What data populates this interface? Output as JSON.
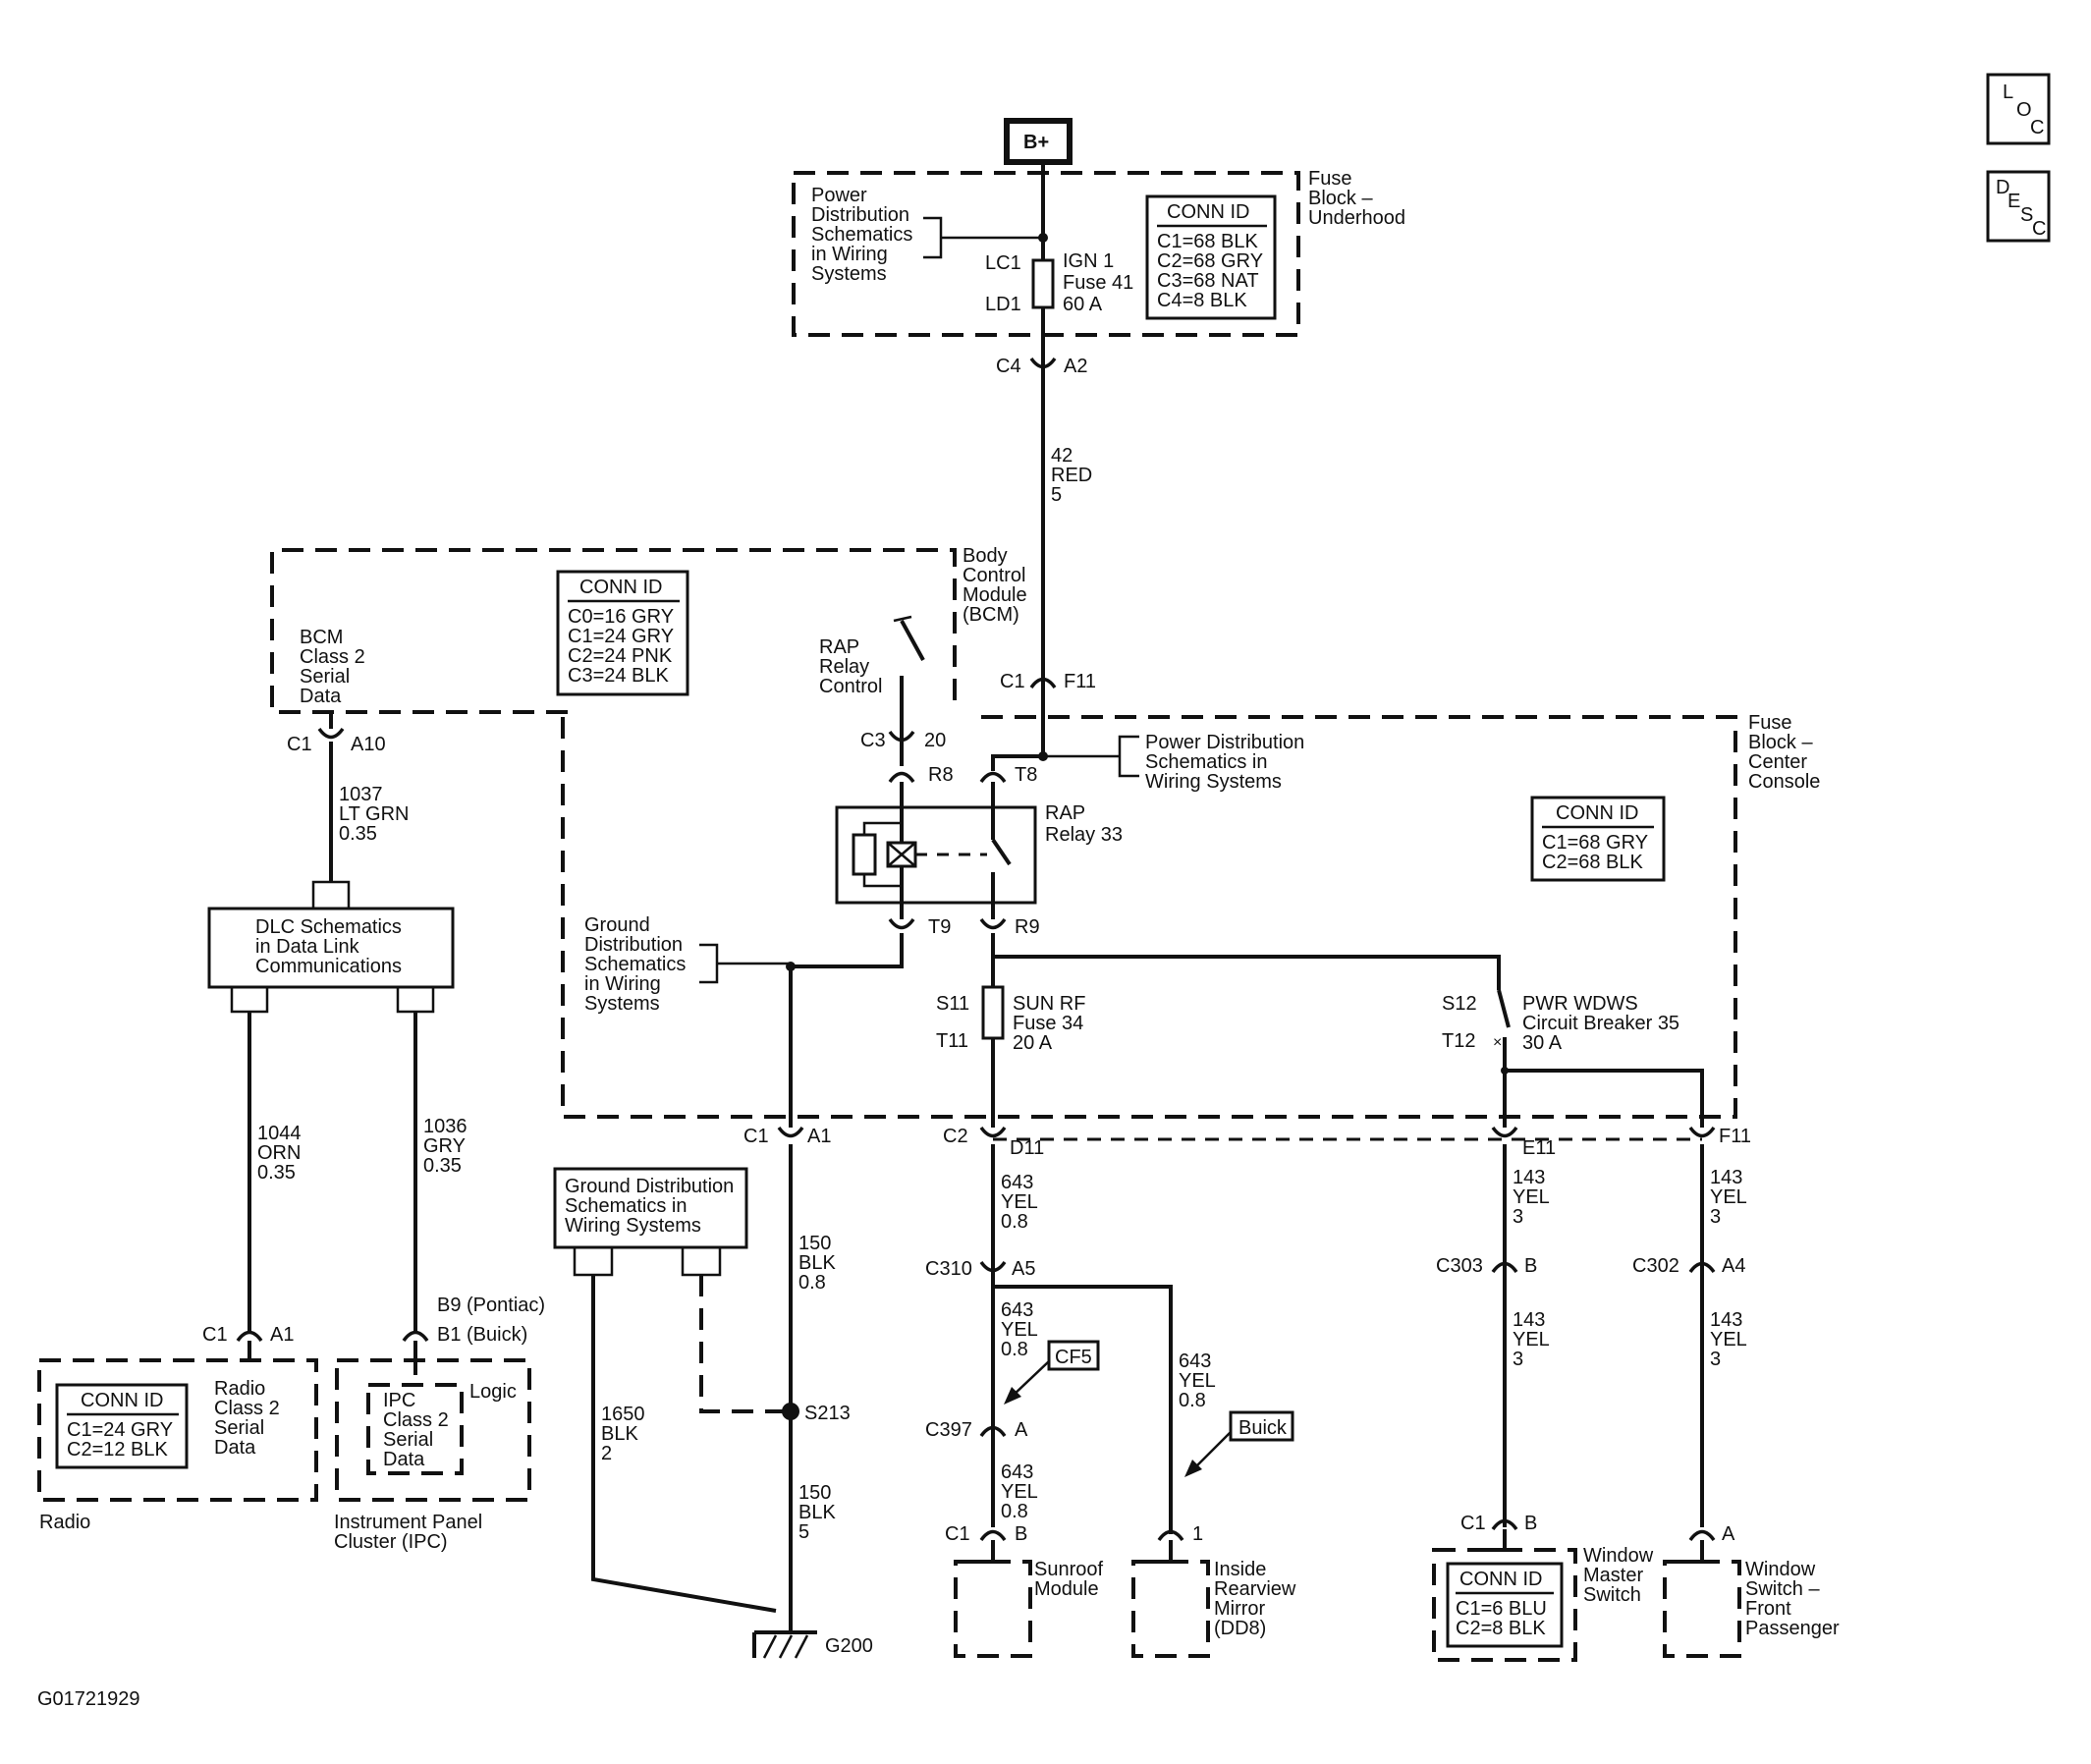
{
  "diagram_id": "G01721929",
  "side_buttons": {
    "loc": [
      "L",
      "O",
      "C"
    ],
    "desc": [
      "D",
      "E",
      "S",
      "C"
    ]
  },
  "battery": "B+",
  "fuse_block_underhood": {
    "name": [
      "Fuse",
      "Block –",
      "Underhood"
    ],
    "ref": [
      "Power",
      "Distribution",
      "Schematics",
      "in Wiring",
      "Systems"
    ],
    "conn_title": "CONN ID",
    "conn": [
      "C1=68 BLK",
      "C2=68 GRY",
      "C3=68 NAT",
      "C4=8 BLK"
    ],
    "fuse_pins": [
      "LC1",
      "LD1"
    ],
    "fuse": [
      "IGN 1",
      "Fuse 41",
      "60 A"
    ],
    "out_conn": [
      "C4",
      "A2"
    ]
  },
  "wire_red": [
    "42",
    "RED",
    "5"
  ],
  "bcm": {
    "name": [
      "Body",
      "Control",
      "Module",
      "(BCM)"
    ],
    "conn_title": "CONN ID",
    "conn": [
      "C0=16 GRY",
      "C1=24 GRY",
      "C2=24 PNK",
      "C3=24 BLK"
    ],
    "serial": [
      "BCM",
      "Class 2",
      "Serial",
      "Data"
    ],
    "serial_conn": [
      "C1",
      "A10"
    ],
    "rap_control": [
      "RAP",
      "Relay",
      "Control"
    ],
    "rap_conn": [
      "C3",
      "20"
    ],
    "feed_conn": [
      "C1",
      "F11"
    ]
  },
  "fuse_block_center": {
    "name": [
      "Fuse",
      "Block –",
      "Center",
      "Console"
    ],
    "ref": [
      "Power Distribution",
      "Schematics in",
      "Wiring Systems"
    ],
    "conn_title": "CONN ID",
    "conn": [
      "C1=68 GRY",
      "C2=68 BLK"
    ],
    "relay_pins": [
      "R8",
      "T8",
      "T9",
      "R9"
    ],
    "relay": [
      "RAP",
      "Relay 33"
    ],
    "ground_ref": [
      "Ground",
      "Distribution",
      "Schematics",
      "in Wiring",
      "Systems"
    ],
    "fuse_pins": [
      "S11",
      "T11"
    ],
    "fuse": [
      "SUN RF",
      "Fuse 34",
      "20 A"
    ],
    "breaker_pins": [
      "S12",
      "T12"
    ],
    "breaker": [
      "PWR WDWS",
      "Circuit Breaker 35",
      "30 A"
    ],
    "out_pins": [
      "C1",
      "A1",
      "C2",
      "D11",
      "E11",
      "F11"
    ]
  },
  "dlc": {
    "box": [
      "DLC Schematics",
      "in Data Link",
      "Communications"
    ],
    "wire_in": [
      "1037",
      "LT GRN",
      "0.35"
    ],
    "wire_radio": [
      "1044",
      "ORN",
      "0.35"
    ],
    "wire_ipc": [
      "1036",
      "GRY",
      "0.35"
    ]
  },
  "radio": {
    "name": "Radio",
    "conn_title": "CONN ID",
    "conn": [
      "C1=24 GRY",
      "C2=12 BLK"
    ],
    "serial": [
      "Radio",
      "Class 2",
      "Serial",
      "Data"
    ],
    "pins": [
      "C1",
      "A1"
    ]
  },
  "ipc": {
    "name": [
      "Instrument Panel",
      "Cluster (IPC)"
    ],
    "inner": [
      "IPC",
      "Class 2",
      "Serial",
      "Data"
    ],
    "logic": "Logic",
    "pins": [
      "B9 (Pontiac)",
      "B1 (Buick)"
    ]
  },
  "ground": {
    "ref": [
      "Ground Distribution",
      "Schematics in",
      "Wiring Systems"
    ],
    "wire_blk": [
      "150",
      "BLK",
      "0.8"
    ],
    "splice": "S213",
    "wire_blk2": [
      "150",
      "BLK",
      "5"
    ],
    "wire_1650": [
      "1650",
      "BLK",
      "2"
    ],
    "ground": "G200"
  },
  "sunroof": {
    "wire1": [
      "643",
      "YEL",
      "0.8"
    ],
    "c310": [
      "C310",
      "A5"
    ],
    "wire2": [
      "643",
      "YEL",
      "0.8"
    ],
    "tag_cf5": "CF5",
    "c397": [
      "C397",
      "A"
    ],
    "wire3": [
      "643",
      "YEL",
      "0.8"
    ],
    "module_pins": [
      "C1",
      "B"
    ],
    "module": [
      "Sunroof",
      "Module"
    ]
  },
  "mirror": {
    "wire": [
      "643",
      "YEL",
      "0.8"
    ],
    "tag": "Buick",
    "pin": "1",
    "name": [
      "Inside",
      "Rearview",
      "Mirror",
      "(DD8)"
    ]
  },
  "window_master": {
    "wire1": [
      "143",
      "YEL",
      "3"
    ],
    "c303": [
      "C303",
      "B"
    ],
    "wire2": [
      "143",
      "YEL",
      "3"
    ],
    "pins": [
      "C1",
      "B"
    ],
    "conn_title": "CONN ID",
    "conn": [
      "C1=6 BLU",
      "C2=8 BLK"
    ],
    "name": [
      "Window",
      "Master",
      "Switch"
    ]
  },
  "window_passenger": {
    "wire1": [
      "143",
      "YEL",
      "3"
    ],
    "c302": [
      "C302",
      "A4"
    ],
    "wire2": [
      "143",
      "YEL",
      "3"
    ],
    "pin": "A",
    "name": [
      "Window",
      "Switch –",
      "Front",
      "Passenger"
    ]
  }
}
